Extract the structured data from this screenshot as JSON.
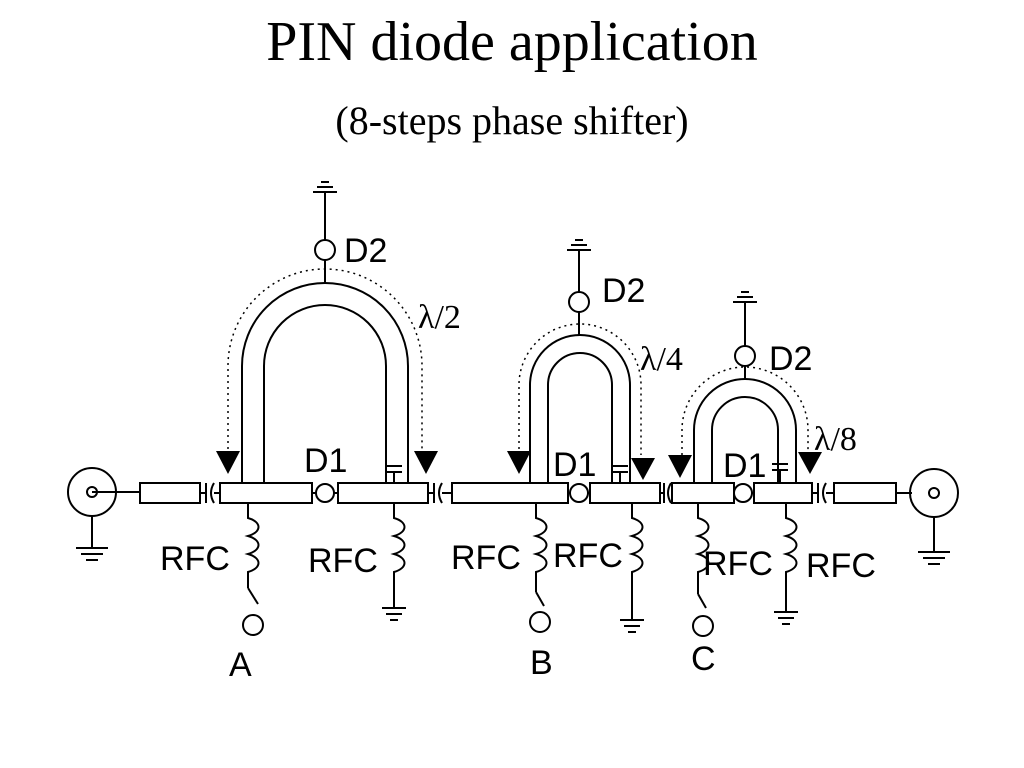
{
  "slide": {
    "title": "PIN diode application",
    "subtitle": "(8-steps phase shifter)"
  },
  "diagram": {
    "stages": [
      {
        "switch_label": "A",
        "diode_top": "D2",
        "diode_bottom": "D1",
        "wavelength": "λ/2",
        "rfc_left": "RFC",
        "rfc_right": "RFC"
      },
      {
        "switch_label": "B",
        "diode_top": "D2",
        "diode_bottom": "D1",
        "wavelength": "λ/4",
        "rfc_left": "RFC",
        "rfc_right": "RFC"
      },
      {
        "switch_label": "C",
        "diode_top": "D2",
        "diode_bottom": "D1",
        "wavelength": "λ/8",
        "rfc_left": "RFC",
        "rfc_right": "RFC"
      }
    ]
  }
}
